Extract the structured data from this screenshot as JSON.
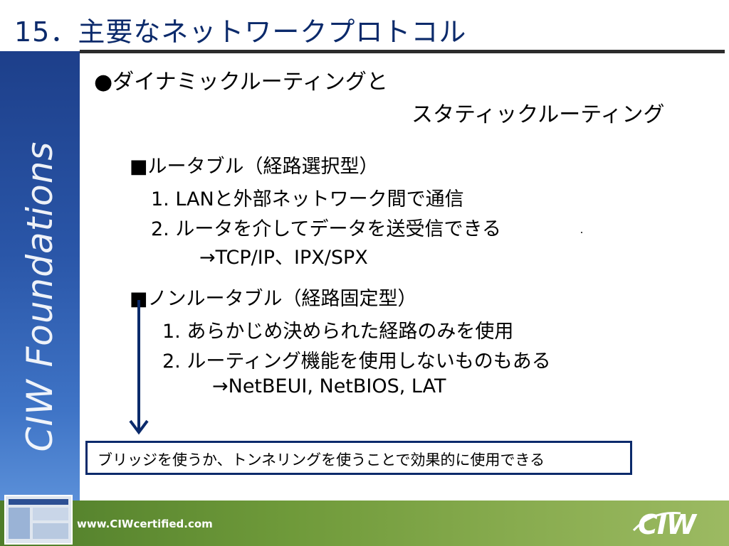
{
  "slide": {
    "title": "15．主要なネットワークプロトコル"
  },
  "sidebar": {
    "brand_text": "CIW Foundations"
  },
  "content": {
    "heading_line1": "●ダイナミックルーティングと",
    "heading_line2": "スタティックルーティング",
    "section1": {
      "heading": "■ルータブル（経路選択型）",
      "item1": "1. LANと外部ネットワーク間で通信",
      "item2": "2. ルータを介してデータを送受信できる",
      "protocols": "→TCP/IP、IPX/SPX"
    },
    "section2": {
      "heading": "■ノンルータブル（経路固定型）",
      "item1": "1. あらかじめ決められた経路のみを使用",
      "item2": "2. ルーティング機能を使用しないものもある",
      "protocols": "→NetBEUI, NetBIOS, LAT"
    },
    "note": "ブリッジを使うか、トンネリングを使うことで効果的に使用できる"
  },
  "footer": {
    "url": "www.CIWcertified.com",
    "logo_text": "CIW"
  },
  "colors": {
    "title": "#0b2a6b",
    "sidebar_top": "#1d3f8a",
    "sidebar_bottom": "#5a8fd8",
    "footer_green": "#6f9a3a",
    "box_border": "#0b2a6b"
  }
}
